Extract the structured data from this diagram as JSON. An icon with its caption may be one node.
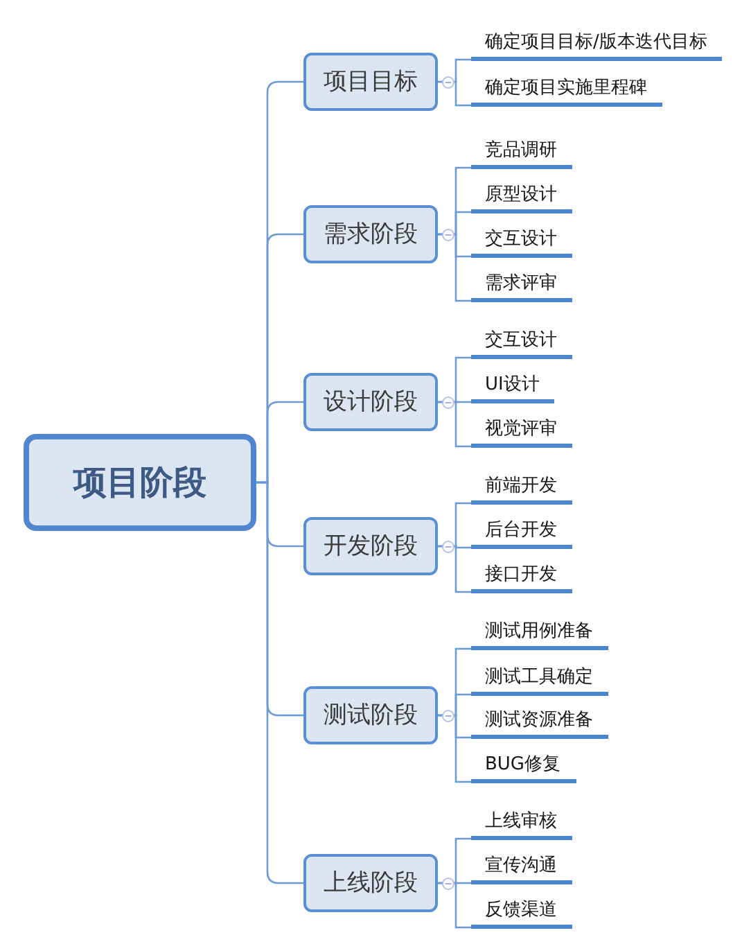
{
  "diagram": {
    "nodes": [
      {
        "text": [
          "项目阶段"
        ]
      },
      {
        "text": [
          "项目目标"
        ]
      },
      {
        "text": [
          "确定项目目标/版本迭代目标"
        ]
      },
      {
        "text": [
          "确定项目实施里程碑"
        ]
      },
      {
        "text": [
          "需求阶段"
        ]
      },
      {
        "text": [
          "竞品调研"
        ]
      },
      {
        "text": [
          "原型设计"
        ]
      },
      {
        "text": [
          "交互设计"
        ]
      },
      {
        "text": [
          "需求评审"
        ]
      },
      {
        "text": [
          "设计阶段"
        ]
      },
      {
        "text": [
          "交互设计"
        ]
      },
      {
        "text": [
          "UI设计"
        ]
      },
      {
        "text": [
          "视觉评审"
        ]
      },
      {
        "text": [
          "开发阶段"
        ]
      },
      {
        "text": [
          "前端开发"
        ]
      },
      {
        "text": [
          "后台开发"
        ]
      },
      {
        "text": [
          "接口开发"
        ]
      },
      {
        "text": [
          "测试阶段"
        ]
      },
      {
        "text": [
          "测试用例准备"
        ]
      },
      {
        "text": [
          "测试工具确定"
        ]
      },
      {
        "text": [
          "测试资源准备"
        ]
      },
      {
        "text": [
          "BUG修复"
        ]
      },
      {
        "text": [
          "上线阶段"
        ]
      },
      {
        "text": [
          "上线审核"
        ]
      },
      {
        "text": [
          "宣传沟通"
        ]
      },
      {
        "text": [
          "反馈渠道"
        ]
      }
    ],
    "edges": [
      {
        "from": 0,
        "to": 1,
        "arrow": "none"
      },
      {
        "from": 1,
        "to": 2,
        "arrow": "none"
      },
      {
        "from": 1,
        "to": 3,
        "arrow": "none"
      },
      {
        "from": 0,
        "to": 4,
        "arrow": "none"
      },
      {
        "from": 4,
        "to": 5,
        "arrow": "none"
      },
      {
        "from": 4,
        "to": 6,
        "arrow": "none"
      },
      {
        "from": 4,
        "to": 7,
        "arrow": "none"
      },
      {
        "from": 4,
        "to": 8,
        "arrow": "none"
      },
      {
        "from": 0,
        "to": 9,
        "arrow": "none"
      },
      {
        "from": 9,
        "to": 10,
        "arrow": "none"
      },
      {
        "from": 9,
        "to": 11,
        "arrow": "none"
      },
      {
        "from": 9,
        "to": 12,
        "arrow": "none"
      },
      {
        "from": 0,
        "to": 13,
        "arrow": "none"
      },
      {
        "from": 13,
        "to": 14,
        "arrow": "none"
      },
      {
        "from": 13,
        "to": 15,
        "arrow": "none"
      },
      {
        "from": 13,
        "to": 16,
        "arrow": "none"
      },
      {
        "from": 0,
        "to": 17,
        "arrow": "none"
      },
      {
        "from": 17,
        "to": 18,
        "arrow": "none"
      },
      {
        "from": 17,
        "to": 19,
        "arrow": "none"
      },
      {
        "from": 17,
        "to": 20,
        "arrow": "none"
      },
      {
        "from": 17,
        "to": 21,
        "arrow": "none"
      },
      {
        "from": 0,
        "to": 22,
        "arrow": "none"
      },
      {
        "from": 22,
        "to": 23,
        "arrow": "none"
      },
      {
        "from": 22,
        "to": 24,
        "arrow": "none"
      },
      {
        "from": 22,
        "to": 25,
        "arrow": "none"
      }
    ]
  }
}
